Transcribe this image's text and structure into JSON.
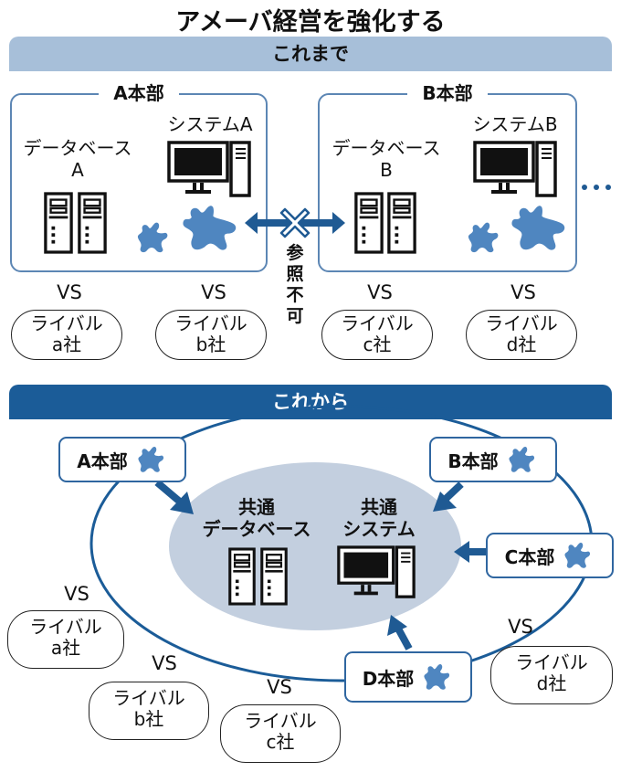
{
  "title": "アメーバ経営を強化する",
  "colors": {
    "band_before": "#a7bfd9",
    "band_after": "#1b5c98",
    "amoeba": "#4f86c0",
    "arrow": "#1f5a93",
    "hq_border": "#5c86b4",
    "shared_ellipse": "#c3cfdf"
  },
  "before": {
    "band_label": "これまで",
    "divisions": [
      {
        "title": "A本部",
        "database_label": "データベース",
        "database_letter": "A",
        "system_label": "システムA"
      },
      {
        "title": "B本部",
        "database_label": "データベース",
        "database_letter": "B",
        "system_label": "システムB"
      }
    ],
    "blocked_label": "参照不可",
    "blocked_chars": [
      "参",
      "照",
      "不",
      "可"
    ],
    "more_indicator": "…",
    "vs_label": "VS",
    "rivals": [
      {
        "line1": "ライバル",
        "line2": "a社"
      },
      {
        "line1": "ライバル",
        "line2": "b社"
      },
      {
        "line1": "ライバル",
        "line2": "c社"
      },
      {
        "line1": "ライバル",
        "line2": "d社"
      }
    ]
  },
  "after": {
    "band_label": "これから",
    "shared_database": {
      "line1": "共通",
      "line2": "データベース"
    },
    "shared_system": {
      "line1": "共通",
      "line2": "システム"
    },
    "divisions": [
      "A本部",
      "B本部",
      "C本部",
      "D本部"
    ],
    "vs_label": "VS",
    "rivals": [
      {
        "line1": "ライバル",
        "line2": "a社"
      },
      {
        "line1": "ライバル",
        "line2": "b社"
      },
      {
        "line1": "ライバル",
        "line2": "c社"
      },
      {
        "line1": "ライバル",
        "line2": "d社"
      }
    ]
  }
}
